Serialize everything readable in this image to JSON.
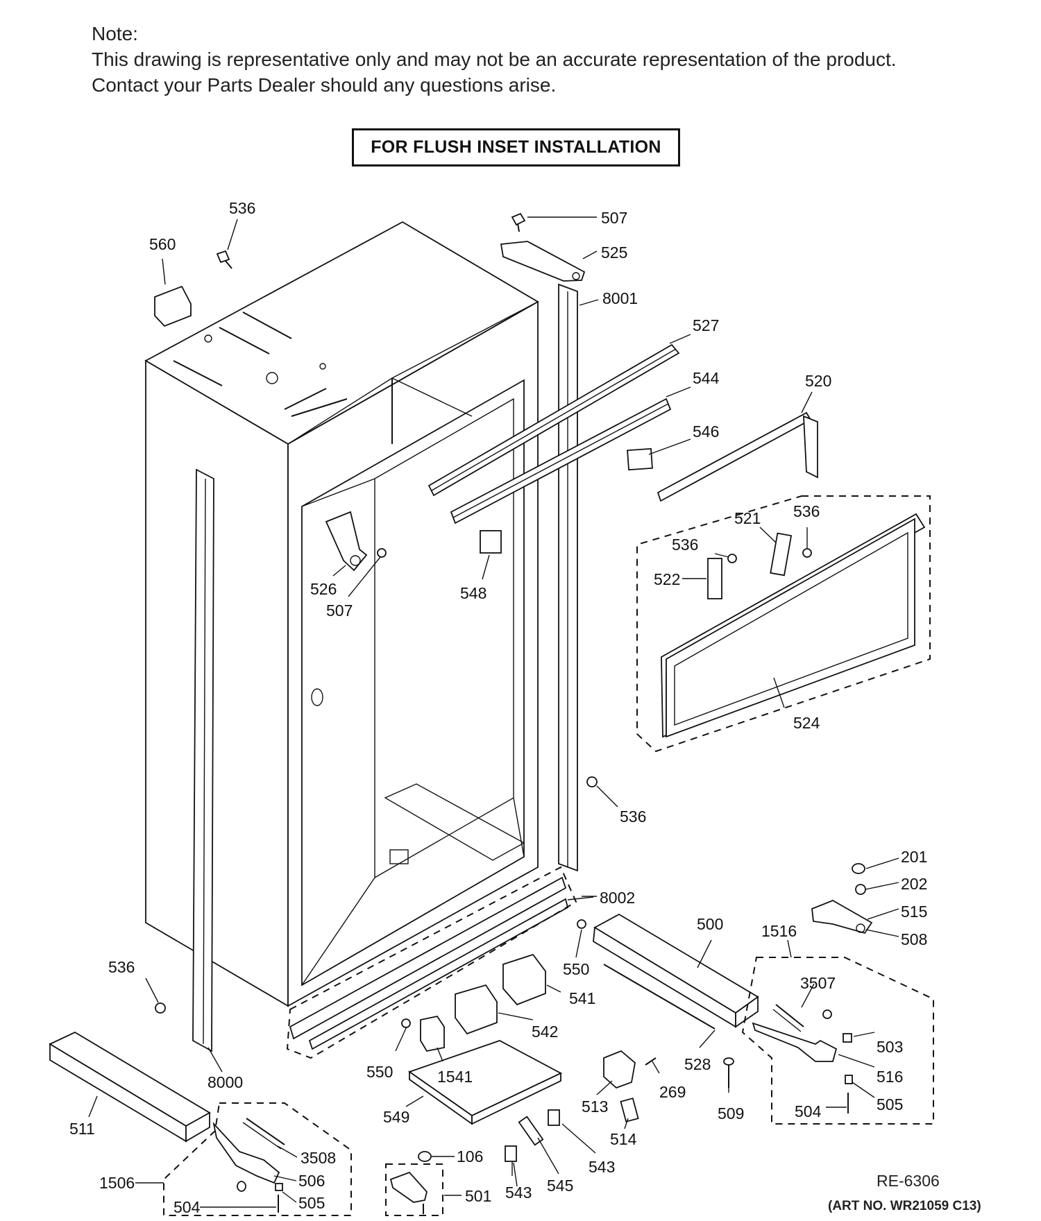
{
  "note": {
    "heading": "Note:",
    "line1": "This drawing is representative only and may not be an accurate representation of the product.",
    "line2": "Contact your Parts Dealer should any questions arise."
  },
  "title": "FOR FLUSH INSET INSTALLATION",
  "labels": {
    "p536a": "536",
    "p560": "560",
    "p507a": "507",
    "p525": "525",
    "p8001": "8001",
    "p527": "527",
    "p544": "544",
    "p520": "520",
    "p546": "546",
    "p536b": "536",
    "p521": "521",
    "p536c": "536",
    "p522": "522",
    "p524": "524",
    "p526": "526",
    "p507b": "507",
    "p548": "548",
    "p536d": "536",
    "p201": "201",
    "p202": "202",
    "p515": "515",
    "p508": "508",
    "p8002": "8002",
    "p500": "500",
    "p1516": "1516",
    "p536e": "536",
    "p550a": "550",
    "p541": "541",
    "p3507": "3507",
    "p542": "542",
    "p503": "503",
    "p550b": "550",
    "p1541": "1541",
    "p528": "528",
    "p269": "269",
    "p516": "516",
    "p8000": "8000",
    "p513": "513",
    "p509": "509",
    "p505a": "505",
    "p504a": "504",
    "p511": "511",
    "p549": "549",
    "p514": "514",
    "p3508": "3508",
    "p106": "106",
    "p543a": "543",
    "p545": "545",
    "p506": "506",
    "p1506": "1506",
    "p505b": "505",
    "p504b": "504",
    "p501": "501",
    "p543b": "543"
  },
  "footer": {
    "code": "RE-6306",
    "art_no": "(ART NO. WR21059 C13)"
  }
}
